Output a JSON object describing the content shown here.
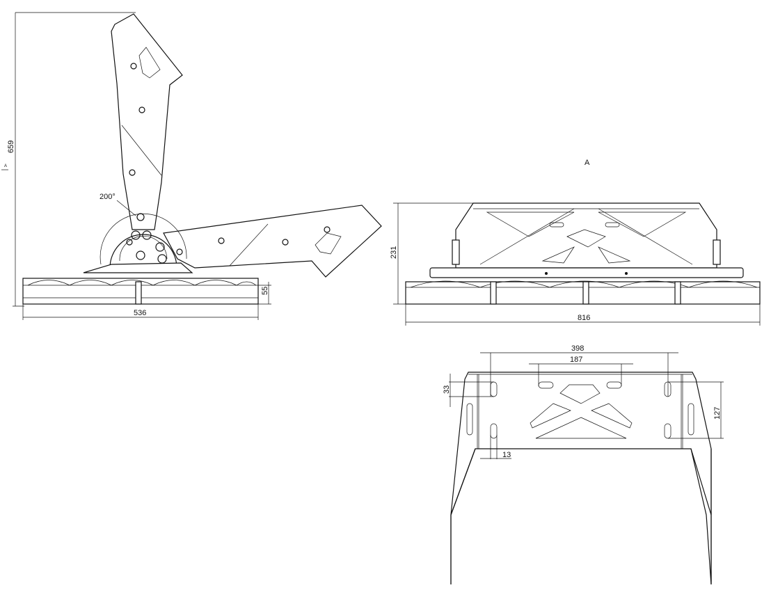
{
  "side_view": {
    "height_dim": "659",
    "angle_dim": "200°",
    "base_height_dim": "55",
    "width_dim": "536",
    "view_marker": "A"
  },
  "front_view": {
    "title": "A",
    "height_dim": "231",
    "width_dim": "816"
  },
  "bracket_view": {
    "outer_spacing_dim": "398",
    "inner_spacing_dim": "187",
    "slot_length_dim": "33",
    "vertical_spacing_dim": "127",
    "slot_width_dim": "13"
  }
}
